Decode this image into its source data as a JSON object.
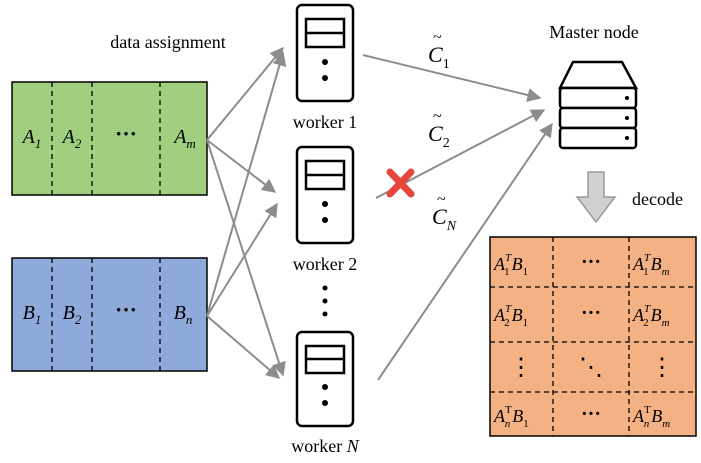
{
  "labels": {
    "data_assignment": "data assignment",
    "master_node": "Master node",
    "decode": "decode",
    "worker_1": "worker 1",
    "worker_2": "worker 2",
    "worker_n_prefix": "worker ",
    "worker_n_var": "N"
  },
  "matrix_a": {
    "color": "#9fcf7f",
    "blocks": [
      {
        "base": "A",
        "sub": "1"
      },
      {
        "base": "A",
        "sub": "2"
      },
      {
        "base": "···",
        "sub": ""
      },
      {
        "base": "A",
        "sub": "m"
      }
    ]
  },
  "matrix_b": {
    "color": "#8eaadb",
    "blocks": [
      {
        "base": "B",
        "sub": "1"
      },
      {
        "base": "B",
        "sub": "2"
      },
      {
        "base": "···",
        "sub": ""
      },
      {
        "base": "B",
        "sub": "n"
      }
    ]
  },
  "messages": [
    {
      "base": "C",
      "sub": "1"
    },
    {
      "base": "C",
      "sub": "2"
    },
    {
      "base": "C",
      "sub": "N"
    }
  ],
  "failure_mark_color": "#e8453c",
  "result": {
    "color": "#f4b183",
    "rows": [
      [
        "A1T B1",
        "···",
        "A1T Bm"
      ],
      [
        "A2T B1",
        "···",
        "A2T Bm"
      ],
      [
        "⋮",
        "⋱",
        "⋮"
      ],
      [
        "AnT B1",
        "···",
        "AnT Bm"
      ]
    ]
  }
}
